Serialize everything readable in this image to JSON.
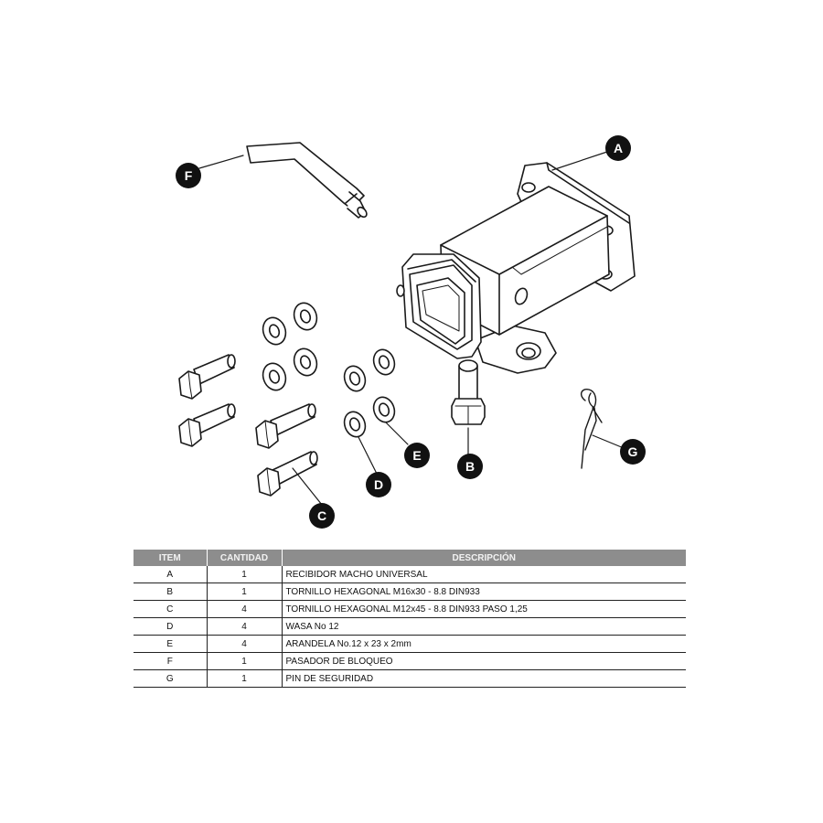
{
  "callouts": {
    "a": "A",
    "b": "B",
    "c": "C",
    "d": "D",
    "e": "E",
    "f": "F",
    "g": "G"
  },
  "table": {
    "headers": [
      "ITEM",
      "CANTIDAD",
      "DESCRIPCIÓN"
    ],
    "rows": [
      {
        "item": "A",
        "qty": "1",
        "desc": "RECIBIDOR MACHO UNIVERSAL"
      },
      {
        "item": "B",
        "qty": "1",
        "desc": "TORNILLO  HEXAGONAL M16x30 - 8.8 DIN933"
      },
      {
        "item": "C",
        "qty": "4",
        "desc": "TORNILLO  HEXAGONAL M12x45 - 8.8 DIN933 PASO 1,25"
      },
      {
        "item": "D",
        "qty": "4",
        "desc": "WASA No 12"
      },
      {
        "item": "E",
        "qty": "4",
        "desc": "ARANDELA No.12 x 23 x 2mm"
      },
      {
        "item": "F",
        "qty": "1",
        "desc": "PASADOR DE BLOQUEO"
      },
      {
        "item": "G",
        "qty": "1",
        "desc": "PIN DE SEGURIDAD"
      }
    ]
  }
}
